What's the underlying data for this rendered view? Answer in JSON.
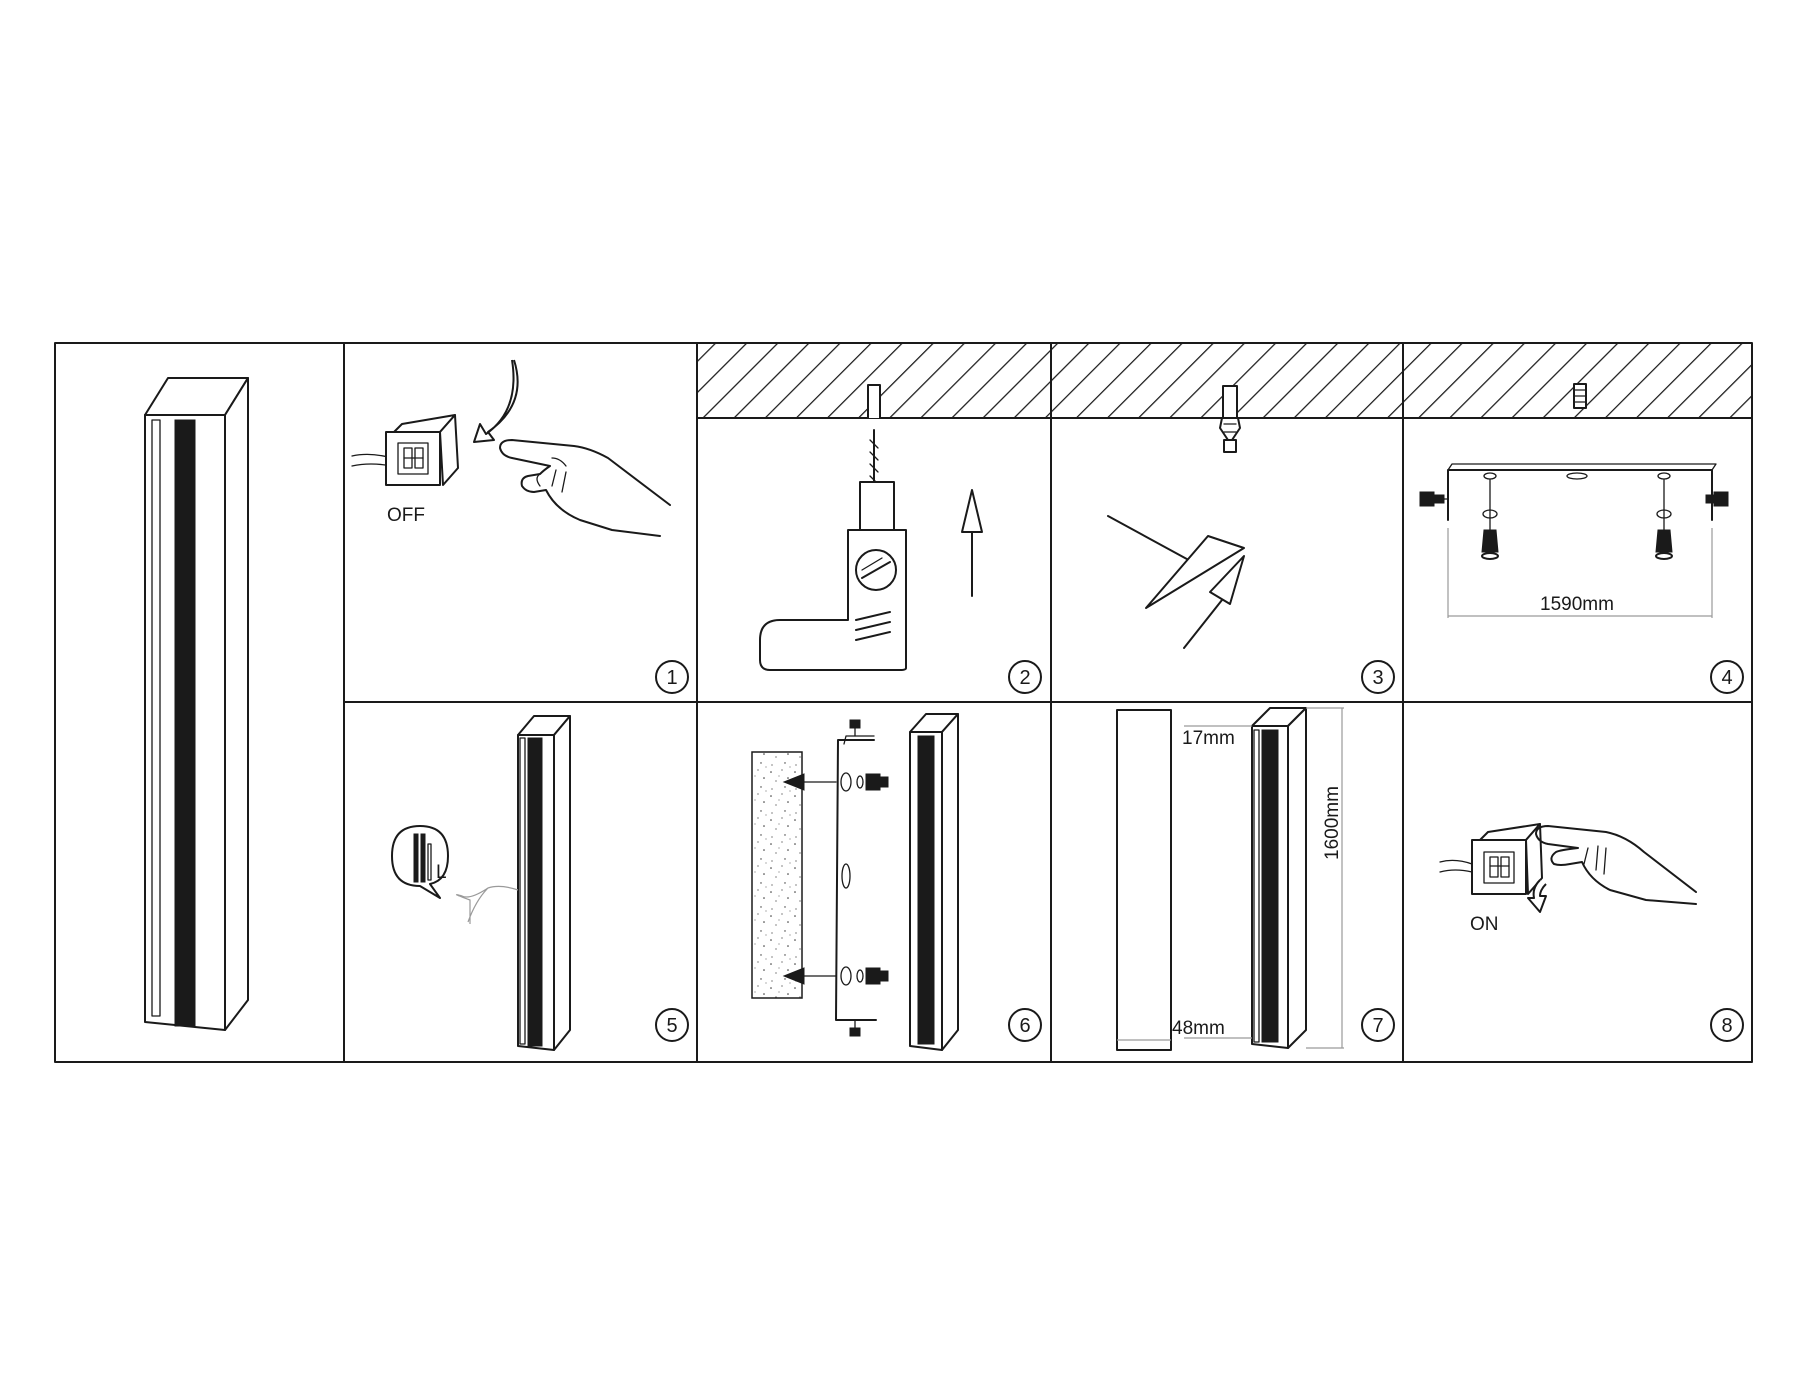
{
  "steps": [
    {
      "number": "1",
      "label": "OFF"
    },
    {
      "number": "2"
    },
    {
      "number": "3"
    },
    {
      "number": "4",
      "dimension": "1590mm"
    },
    {
      "number": "5",
      "wire_label": "L"
    },
    {
      "number": "6"
    },
    {
      "number": "7",
      "dims": {
        "top": "17mm",
        "width": "48mm",
        "length": "1600mm"
      }
    },
    {
      "number": "8",
      "label": "ON"
    }
  ],
  "colors": {
    "line": "#1a1a1a",
    "hatch": "#1a1a1a",
    "dim": "#9a9a9a"
  },
  "icons": [
    "product-fixture-icon",
    "wall-switch-icon",
    "hand-icon",
    "drill-icon",
    "arrow-up-icon",
    "hammer-icon",
    "wall-plug-icon",
    "mounting-bracket-icon",
    "screw-icon",
    "connector-bubble-icon",
    "wall-slab-icon"
  ]
}
